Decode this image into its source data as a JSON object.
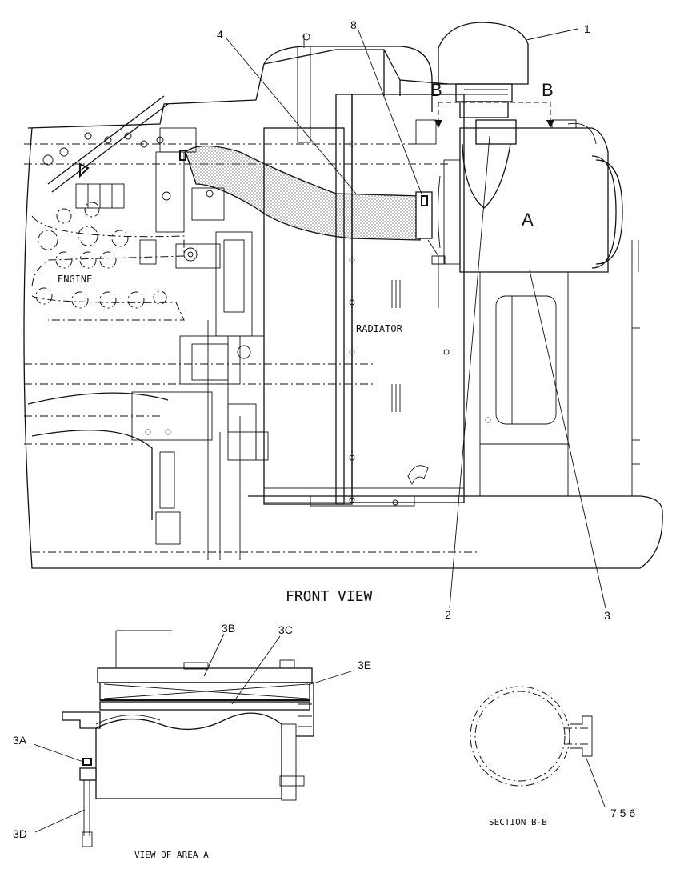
{
  "front_view": {
    "title": "FRONT VIEW",
    "engine_label": "ENGINE",
    "radiator_label": "RADIATOR",
    "area_label": "A",
    "section_marker_left": "B",
    "section_marker_right": "B",
    "callouts": [
      "1",
      "2",
      "3",
      "4",
      "8"
    ]
  },
  "detail_view": {
    "title": "VIEW OF AREA A",
    "callouts": [
      "3A",
      "3B",
      "3C",
      "3D",
      "3E"
    ]
  },
  "section_view": {
    "title": "SECTION B-B",
    "callout": "7 5 6"
  }
}
